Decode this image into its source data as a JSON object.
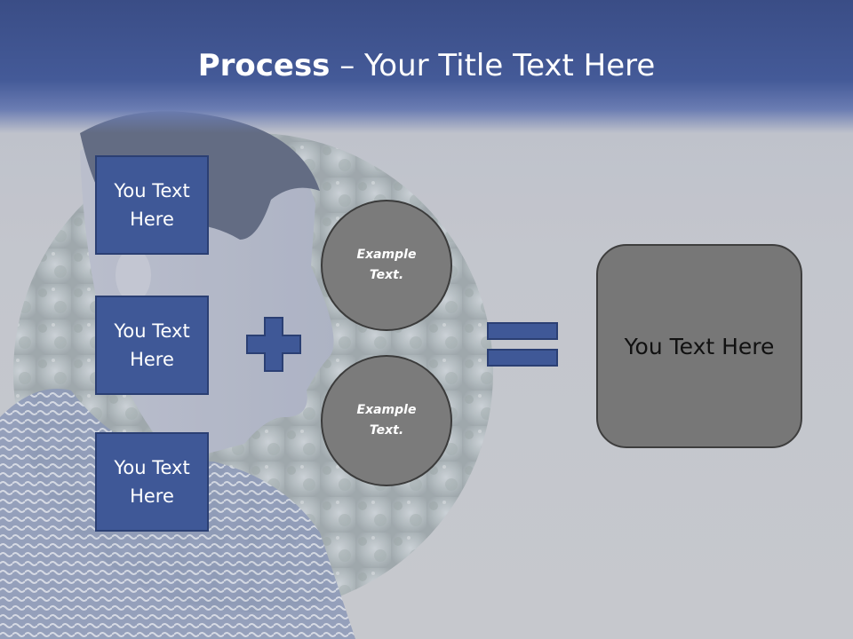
{
  "title": {
    "bold": "Process",
    "rest": " – Your Title Text Here"
  },
  "boxes": [
    {
      "label": "You Text Here"
    },
    {
      "label": "You Text Here"
    },
    {
      "label": "You Text Here"
    }
  ],
  "circles": [
    {
      "label": "Example Text."
    },
    {
      "label": "Example Text."
    }
  ],
  "result": {
    "label": "You Text Here"
  },
  "colors": {
    "banner": "#445a98",
    "box": "#3f5897",
    "circle": "#7b7b7b",
    "result": "#777777"
  },
  "icons": {
    "operator_plus": "plus-icon",
    "operator_equals": "equals-icon"
  }
}
